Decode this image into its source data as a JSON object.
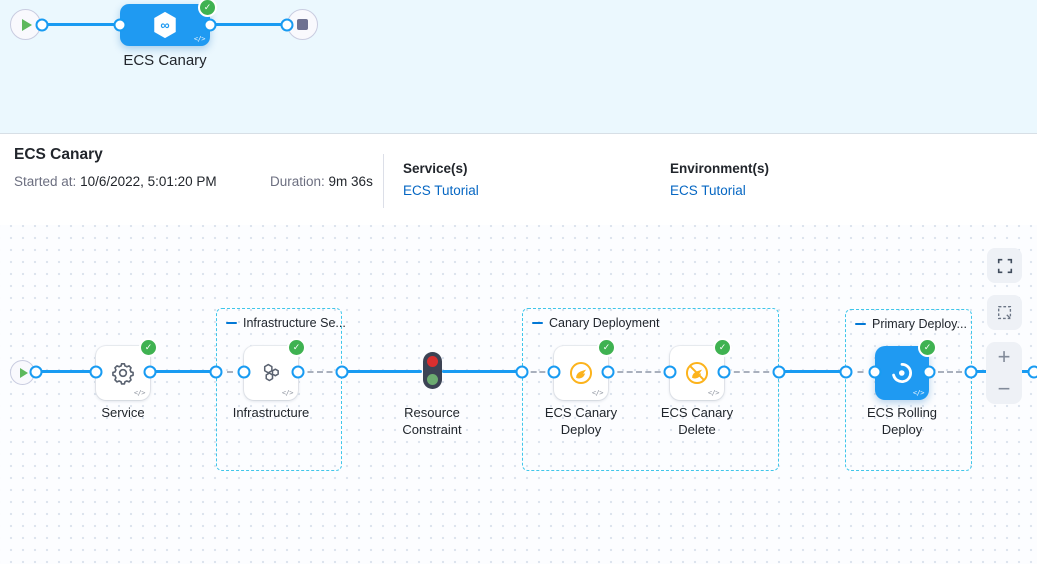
{
  "stage_bar": {
    "stage_name": "ECS Canary"
  },
  "summary": {
    "title": "ECS Canary",
    "started_label": "Started at:",
    "started_value": "10/6/2022, 5:01:20 PM",
    "duration_label": "Duration:",
    "duration_value": "9m 36s",
    "services_label": "Service(s)",
    "services_value": "ECS Tutorial",
    "environments_label": "Environment(s)",
    "environments_value": "ECS Tutorial"
  },
  "pipeline": {
    "groups": [
      {
        "label": "Infrastructure Se..."
      },
      {
        "label": "Canary Deployment"
      },
      {
        "label": "Primary Deploy..."
      }
    ],
    "nodes": [
      {
        "label": "Service",
        "icon": "gear-icon",
        "status": "success"
      },
      {
        "label": "Infrastructure",
        "icon": "hexagons-icon",
        "status": "success"
      },
      {
        "label": "Resource Constraint",
        "icon": "traffic-light-icon"
      },
      {
        "label": "ECS Canary Deploy",
        "icon": "canary-icon",
        "status": "success"
      },
      {
        "label": "ECS Canary Delete",
        "icon": "canary-delete-icon",
        "status": "success"
      },
      {
        "label": "ECS Rolling Deploy",
        "icon": "ecs-icon",
        "status": "success"
      }
    ],
    "code_badge": "</>",
    "controls": {
      "zoom_in": "+",
      "zoom_out": "−"
    }
  },
  "colors": {
    "accent_blue": "#189bf2",
    "link_blue": "#0667c3",
    "success_green": "#3fb251",
    "group_border": "#3fc6ea",
    "banner_bg": "#ebf8fe",
    "canary_yellow": "#fcb31c",
    "traffic_red": "#d92f2f",
    "traffic_green": "#6cab70"
  }
}
